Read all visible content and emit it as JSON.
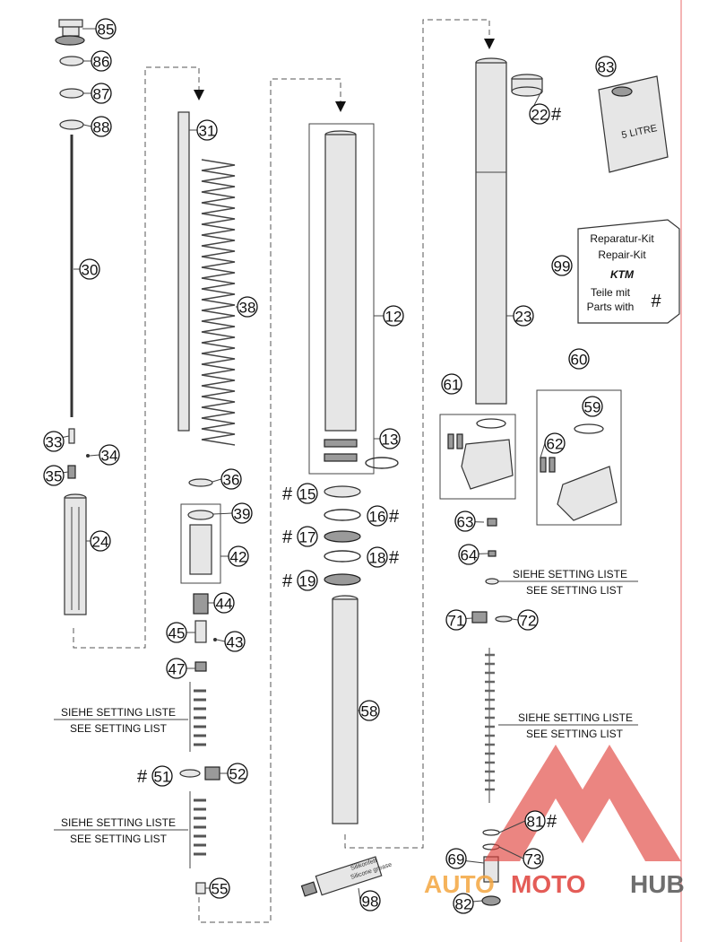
{
  "diagram": {
    "callouts": {
      "c85": "85",
      "c86": "86",
      "c87": "87",
      "c88": "88",
      "c30": "30",
      "c33": "33",
      "c34": "34",
      "c35": "35",
      "c24": "24",
      "c31": "31",
      "c38": "38",
      "c36": "36",
      "c39": "39",
      "c42": "42",
      "c44": "44",
      "c45": "45",
      "c43": "43",
      "c47": "47",
      "c51": "51",
      "c52": "52",
      "c55": "55",
      "c12": "12",
      "c13": "13",
      "c15": "15",
      "c16": "16",
      "c17": "17",
      "c18": "18",
      "c19": "19",
      "c58": "58",
      "c98": "98",
      "c22": "22",
      "c23": "23",
      "c61": "61",
      "c63": "63",
      "c64": "64",
      "c71": "71",
      "c72": "72",
      "c81": "81",
      "c69": "69",
      "c73": "73",
      "c82": "82",
      "c60": "60",
      "c59": "59",
      "c62": "62",
      "c83": "83",
      "c99": "99"
    },
    "hash_mark": "#",
    "setting_note": {
      "de": "SIEHE SETTING LISTE",
      "en": "SEE SETTING LIST"
    },
    "repair_kit": {
      "line1": "Reparatur-Kit",
      "line2": "Repair-Kit",
      "brand": "KTM",
      "line3": "Teile mit",
      "line4": "Parts with",
      "symbol": "#"
    },
    "oil_can_label": "5 LITRE",
    "grease_tube_label_1": "Silikonfett",
    "grease_tube_label_2": "Silicone grease",
    "watermark": {
      "part1": "AUTO",
      "part2": "MOTO",
      "part3": "HUB"
    },
    "colors": {
      "watermark_red": "#e0403a",
      "watermark_orange": "#f4a640",
      "watermark_gray": "#555555",
      "margin_line": "#e86a6a"
    }
  }
}
